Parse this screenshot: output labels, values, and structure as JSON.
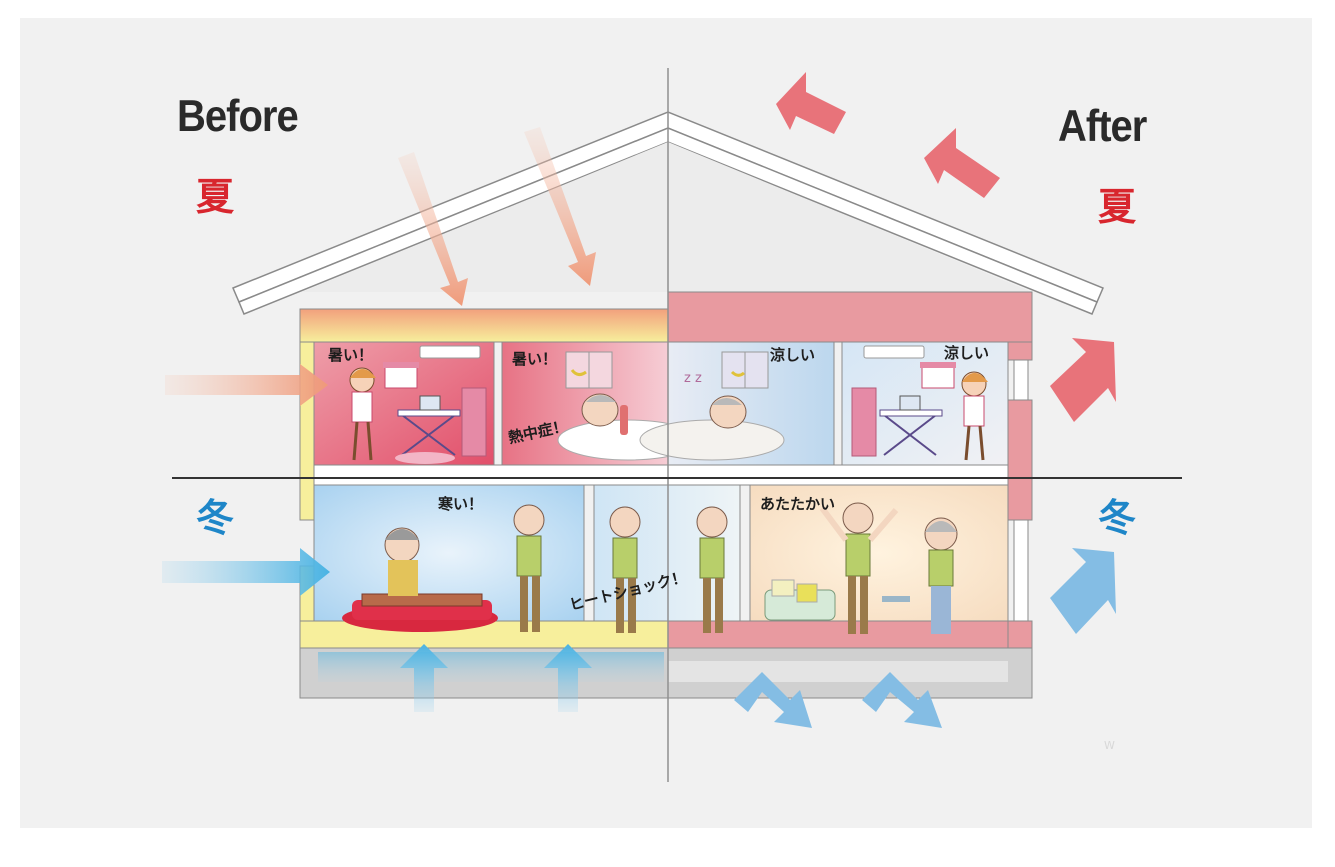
{
  "headings": {
    "before": "Before",
    "after": "After"
  },
  "season": {
    "summer": "夏",
    "winter": "冬"
  },
  "bubbles": {
    "hot": "暑い！",
    "heatstroke": "熱中症！",
    "cool": "涼しい",
    "cold": "寒い！",
    "heat_shock": "ヒートショック！",
    "warm": "あたたかい"
  },
  "watermark": "W",
  "colors": {
    "summer_text": "#d8262e",
    "winter_text": "#1e86c8",
    "heat_arrow": "#ef9a7a",
    "cool_arrow": "#e7737a",
    "cold_arrow": "#7fc2e8",
    "before_wall": "#f7ef9c",
    "after_wall": "#e89aa0",
    "background": "#f1f1f1"
  }
}
